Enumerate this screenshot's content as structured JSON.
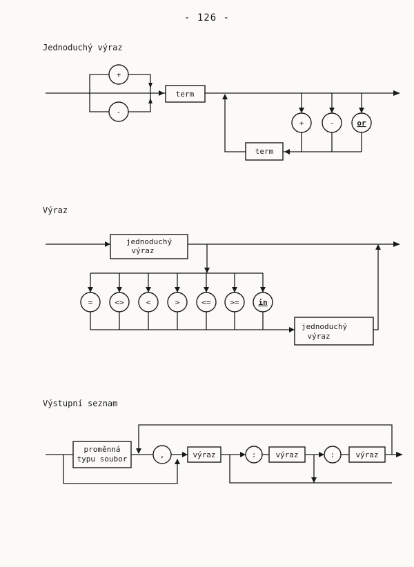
{
  "page": {
    "number": "- 126 -"
  },
  "simple_expression": {
    "title": "Jednoduchý výraz",
    "sign_plus": "+",
    "sign_minus": "-",
    "term_main": "term",
    "op_plus": "+",
    "op_minus": "-",
    "op_or": "or",
    "term_loop": "term"
  },
  "expression": {
    "title": "Výraz",
    "simple_expr_line1": "jednoduchý",
    "simple_expr_line2": "výraz",
    "relations": [
      "=",
      "<>",
      "<",
      ">",
      "<=",
      ">=",
      "in"
    ],
    "simple_expr2_line1": "jednoduchý",
    "simple_expr2_line2": "výraz"
  },
  "output_list": {
    "title": "Výstupní seznam",
    "file_var_line1": "proměnná",
    "file_var_line2": "typu soubor",
    "comma": ",",
    "expr1": "výraz",
    "colon1": ":",
    "expr2": "výraz",
    "colon2": ":",
    "expr3": "výraz"
  }
}
